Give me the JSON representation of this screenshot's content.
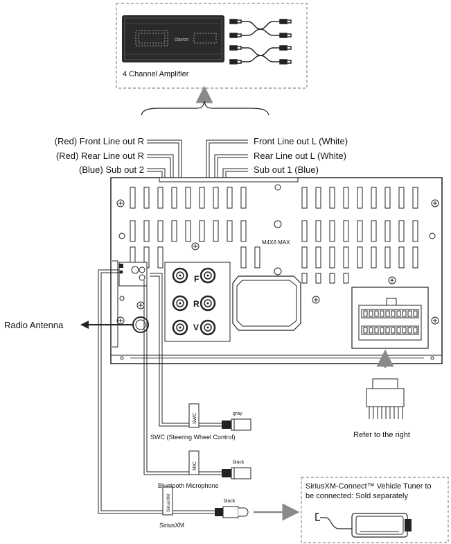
{
  "amplifier": {
    "label": "4 Channel Amplifier",
    "brand": "clarion"
  },
  "outputs_left": [
    "(Red) Front Line out R",
    "(Red) Rear Line out R",
    "(Blue) Sub out 2"
  ],
  "outputs_right": [
    "Front Line out L (White)",
    "Rear Line out L (White)",
    "Sub out 1 (Blue)"
  ],
  "head_unit": {
    "model_mark": "M4X6 MAX",
    "rca_letters": [
      "F",
      "R",
      "V"
    ]
  },
  "antenna_label": "Radio Antenna",
  "connector_label": "Refer to the right",
  "swc": {
    "tag": "SWC",
    "wire_color": "gray",
    "label": "SWC (Steering Wheel Control)"
  },
  "mic": {
    "tag": "MIC",
    "wire_color": "black",
    "label": "Bluetooth Microphone"
  },
  "siriusxm": {
    "tag": "SiriusXM",
    "wire_color": "black",
    "label": "SiriusXM"
  },
  "tuner_box": {
    "line1": "SiriusXM-Connect™ Vehicle Tuner to",
    "line2": "be connected: Sold separately"
  },
  "colors": {
    "line": "#222222",
    "arrow_gray": "#8a8a8a",
    "dashed_box": "#888888",
    "amp_body": "#2a2a2a"
  }
}
